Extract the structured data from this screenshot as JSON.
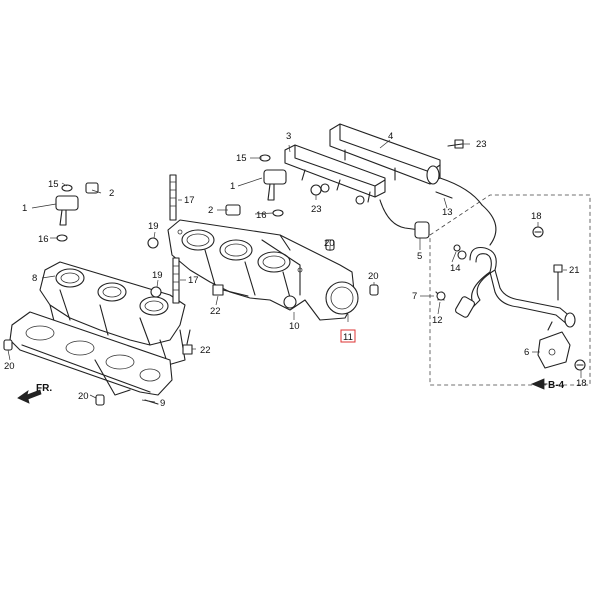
{
  "callouts": {
    "c1a": "1",
    "c1b": "1",
    "c2a": "2",
    "c2b": "2",
    "c3": "3",
    "c4": "4",
    "c5": "5",
    "c6": "6",
    "c7": "7",
    "c8": "8",
    "c9": "9",
    "c10": "10",
    "c11": "11",
    "c12": "12",
    "c13": "13",
    "c14": "14",
    "c15a": "15",
    "c15b": "15",
    "c16a": "16",
    "c16b": "16",
    "c17a": "17",
    "c17b": "17",
    "c18a": "18",
    "c18b": "18",
    "c19a": "19",
    "c19b": "19",
    "c20a": "20",
    "c20b": "20",
    "c20c": "20",
    "c20d": "20",
    "c21": "21",
    "c22a": "22",
    "c22b": "22",
    "c23a": "23",
    "c23b": "23"
  },
  "references": {
    "front": "FR.",
    "section": "B-4"
  },
  "highlight": {
    "color": "#d33333"
  }
}
